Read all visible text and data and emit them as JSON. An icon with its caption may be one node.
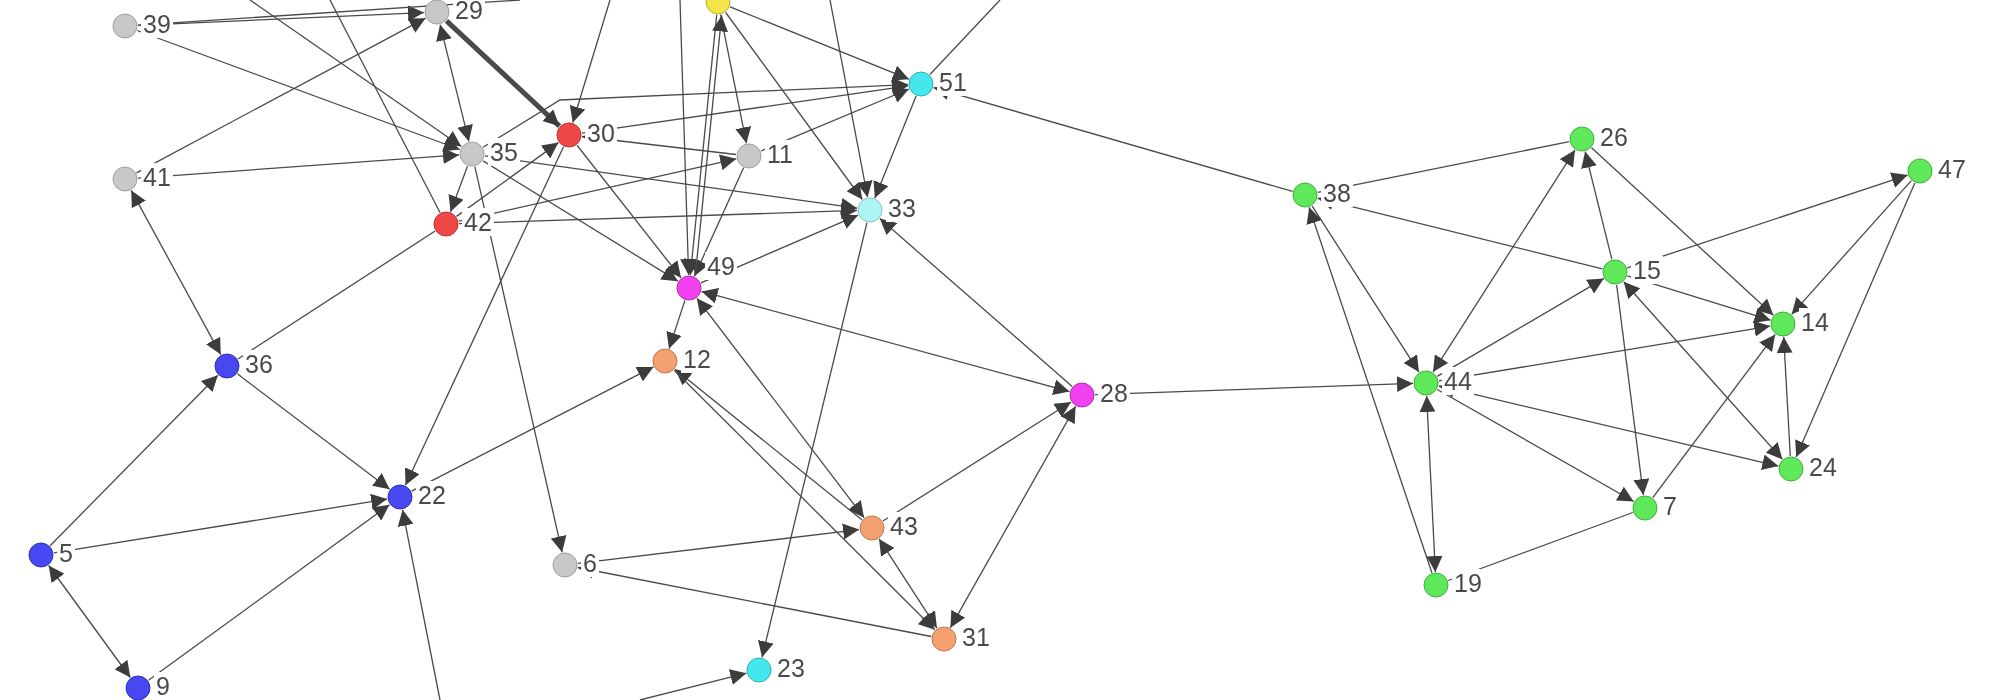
{
  "diagram": {
    "nodes": [
      {
        "text": [
          "29"
        ]
      },
      {
        "text": [],
        "shape": "circle"
      },
      {
        "text": [
          "39"
        ]
      },
      {
        "text": [
          "51"
        ]
      },
      {
        "text": [
          "30"
        ]
      },
      {
        "text": [
          "26"
        ]
      },
      {
        "text": [
          "35"
        ]
      },
      {
        "text": [
          "11"
        ]
      },
      {
        "text": [
          "41"
        ]
      },
      {
        "text": [
          "47"
        ]
      },
      {
        "text": [
          "38"
        ]
      },
      {
        "text": [
          "33"
        ]
      },
      {
        "text": [
          "42"
        ]
      },
      {
        "text": [
          "15"
        ]
      },
      {
        "text": [
          "49"
        ]
      },
      {
        "text": [
          "14"
        ]
      },
      {
        "text": [
          "12"
        ]
      },
      {
        "text": [
          "36"
        ]
      },
      {
        "text": [
          "44"
        ]
      },
      {
        "text": [
          "28"
        ]
      },
      {
        "text": [
          "24"
        ]
      },
      {
        "text": [
          "22"
        ]
      },
      {
        "text": [
          "7"
        ]
      },
      {
        "text": [
          "43"
        ]
      },
      {
        "text": [
          "5"
        ]
      },
      {
        "text": [
          "6"
        ]
      },
      {
        "text": [
          "19"
        ]
      },
      {
        "text": [
          "31"
        ]
      },
      {
        "text": [
          "23"
        ]
      },
      {
        "text": [
          "9"
        ]
      }
    ],
    "edges": [
      {
        "from": 10,
        "to": 3,
        "arrow": "to"
      },
      {
        "from": 19,
        "to": 18,
        "arrow": "to"
      },
      {
        "from": 10,
        "to": 5,
        "arrow": "none"
      },
      {
        "from": 13,
        "to": 10,
        "arrow": "to"
      },
      {
        "from": 10,
        "to": 18,
        "arrow": "to"
      },
      {
        "from": 26,
        "to": 10,
        "arrow": "to"
      },
      {
        "from": 18,
        "to": 26,
        "arrow": "both"
      },
      {
        "from": 18,
        "to": 5,
        "arrow": "both"
      },
      {
        "from": 18,
        "to": 13,
        "arrow": "to"
      },
      {
        "from": 18,
        "to": 15,
        "arrow": "to"
      },
      {
        "from": 18,
        "to": 20,
        "arrow": "both"
      },
      {
        "from": 18,
        "to": 22,
        "arrow": "to"
      },
      {
        "from": 13,
        "to": 5,
        "arrow": "to"
      },
      {
        "from": 13,
        "to": 22,
        "arrow": "to"
      },
      {
        "from": 13,
        "to": 15,
        "arrow": "to"
      },
      {
        "from": 13,
        "to": 9,
        "arrow": "to"
      },
      {
        "from": 13,
        "to": 20,
        "arrow": "both"
      },
      {
        "from": 5,
        "to": 15,
        "arrow": "to"
      },
      {
        "from": 9,
        "to": 15,
        "arrow": "to"
      },
      {
        "from": 9,
        "to": 20,
        "arrow": "to"
      },
      {
        "from": 20,
        "to": 15,
        "arrow": "to"
      },
      {
        "from": 22,
        "to": 15,
        "arrow": "to"
      },
      {
        "from": 26,
        "to": 22,
        "arrow": "none"
      },
      {
        "from": 14,
        "to": 19,
        "arrow": "both"
      },
      {
        "from": 19,
        "to": 11,
        "arrow": "to"
      },
      {
        "from": 23,
        "to": 19,
        "arrow": "to"
      },
      {
        "from": 27,
        "to": 19,
        "arrow": "both"
      },
      {
        "from": 23,
        "to": 14,
        "arrow": "both"
      },
      {
        "from": 23,
        "to": 16,
        "arrow": "to"
      },
      {
        "from": 16,
        "to": 27,
        "arrow": "to"
      },
      {
        "from": 25,
        "to": 23,
        "arrow": "to"
      },
      {
        "from": 27,
        "to": 25,
        "arrow": "to"
      },
      {
        "from": 23,
        "to": 27,
        "arrow": "both"
      },
      {
        "from": 11,
        "to": 28,
        "arrow": "to"
      },
      {
        "from": null,
        "to": 28,
        "arrow": "to"
      },
      {
        "from": 6,
        "to": 25,
        "arrow": "to"
      },
      {
        "from": 17,
        "to": 21,
        "arrow": "to"
      },
      {
        "from": 24,
        "to": 21,
        "arrow": "to"
      },
      {
        "from": 29,
        "to": 21,
        "arrow": "to"
      },
      {
        "from": null,
        "to": 21,
        "arrow": "to"
      },
      {
        "from": 4,
        "to": 21,
        "arrow": "to"
      },
      {
        "from": 21,
        "to": 16,
        "arrow": "to"
      },
      {
        "from": 24,
        "to": 29,
        "arrow": "both"
      },
      {
        "from": 24,
        "to": 17,
        "arrow": "to"
      },
      {
        "from": 8,
        "to": 17,
        "arrow": "both"
      },
      {
        "from": 17,
        "to": 12,
        "arrow": "none"
      },
      {
        "from": 8,
        "to": 6,
        "arrow": "to"
      },
      {
        "from": 2,
        "to": 6,
        "arrow": "to"
      },
      {
        "from": 8,
        "to": 0,
        "arrow": "to"
      },
      {
        "from": 2,
        "to": 0,
        "arrow": "to"
      },
      {
        "from": 2,
        "to": null,
        "arrow": "none"
      },
      {
        "from": 6,
        "to": 12,
        "arrow": "to"
      },
      {
        "from": 12,
        "to": 4,
        "arrow": "to"
      },
      {
        "from": 12,
        "to": 11,
        "arrow": "to"
      },
      {
        "from": 12,
        "to": 7,
        "arrow": "to"
      },
      {
        "from": 6,
        "to": 0,
        "arrow": "both"
      },
      {
        "from": 0,
        "to": 4,
        "arrow": "to",
        "style": "thick"
      },
      {
        "from": 7,
        "to": 4,
        "arrow": "to"
      },
      {
        "from": 7,
        "to": 14,
        "arrow": "to"
      },
      {
        "from": 4,
        "to": 14,
        "arrow": "to"
      },
      {
        "from": 4,
        "to": 3,
        "arrow": "to"
      },
      {
        "from": 6,
        "to": 3,
        "arrow": "to"
      },
      {
        "from": 7,
        "to": 3,
        "arrow": "to"
      },
      {
        "from": 6,
        "to": 11,
        "arrow": "to"
      },
      {
        "from": 3,
        "to": 11,
        "arrow": "to"
      },
      {
        "from": 1,
        "to": 11,
        "arrow": "to"
      },
      {
        "from": 1,
        "to": 3,
        "arrow": "to"
      },
      {
        "from": 1,
        "to": 7,
        "arrow": "to"
      },
      {
        "from": 1,
        "to": 14,
        "arrow": "to"
      },
      {
        "from": 14,
        "to": 1,
        "arrow": "to"
      },
      {
        "from": 14,
        "to": 11,
        "arrow": "to"
      },
      {
        "from": 14,
        "to": 16,
        "arrow": "to"
      },
      {
        "from": 6,
        "to": 14,
        "arrow": "to"
      },
      {
        "from": null,
        "to": 3,
        "arrow": "none"
      },
      {
        "from": null,
        "to": 11,
        "arrow": "to"
      },
      {
        "from": null,
        "to": 12,
        "arrow": "none"
      },
      {
        "from": null,
        "to": 6,
        "arrow": "to"
      },
      {
        "from": null,
        "to": 4,
        "arrow": "to"
      },
      {
        "from": null,
        "to": 14,
        "arrow": "to"
      }
    ]
  }
}
